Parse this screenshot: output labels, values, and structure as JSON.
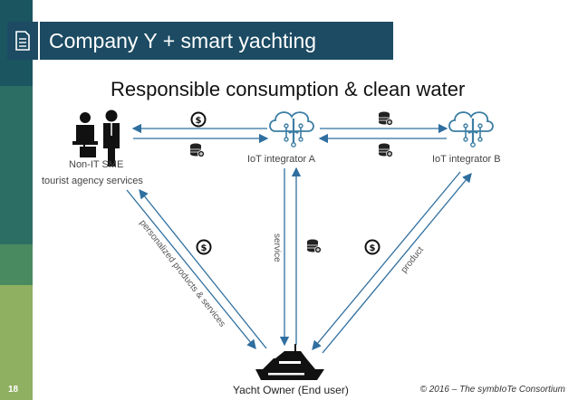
{
  "slide": {
    "title": "Company Y + smart yachting",
    "subtitle": "Responsible consumption & clean water",
    "page_number": "18",
    "copyright": "© 2016 – The symbIoTe Consortium"
  },
  "diagram": {
    "nodes": {
      "sme": {
        "label_line1": "Non-IT SME",
        "label_line2": "tourist agency services"
      },
      "integrator_a": {
        "label": "IoT integrator A"
      },
      "integrator_b": {
        "label": "IoT integrator B"
      },
      "yacht_owner": {
        "label": "Yacht Owner (End user)"
      }
    },
    "edge_labels": {
      "personalized": "personalized products & services",
      "service": "service",
      "product": "product"
    }
  },
  "colors": {
    "title_bg": "#1c4b63",
    "sidebar": [
      "#1a5560",
      "#2d6e64",
      "#4a8a60",
      "#8fb060"
    ],
    "icon_blue": "#3c7ea3",
    "arrow": "#2f6f9f"
  }
}
